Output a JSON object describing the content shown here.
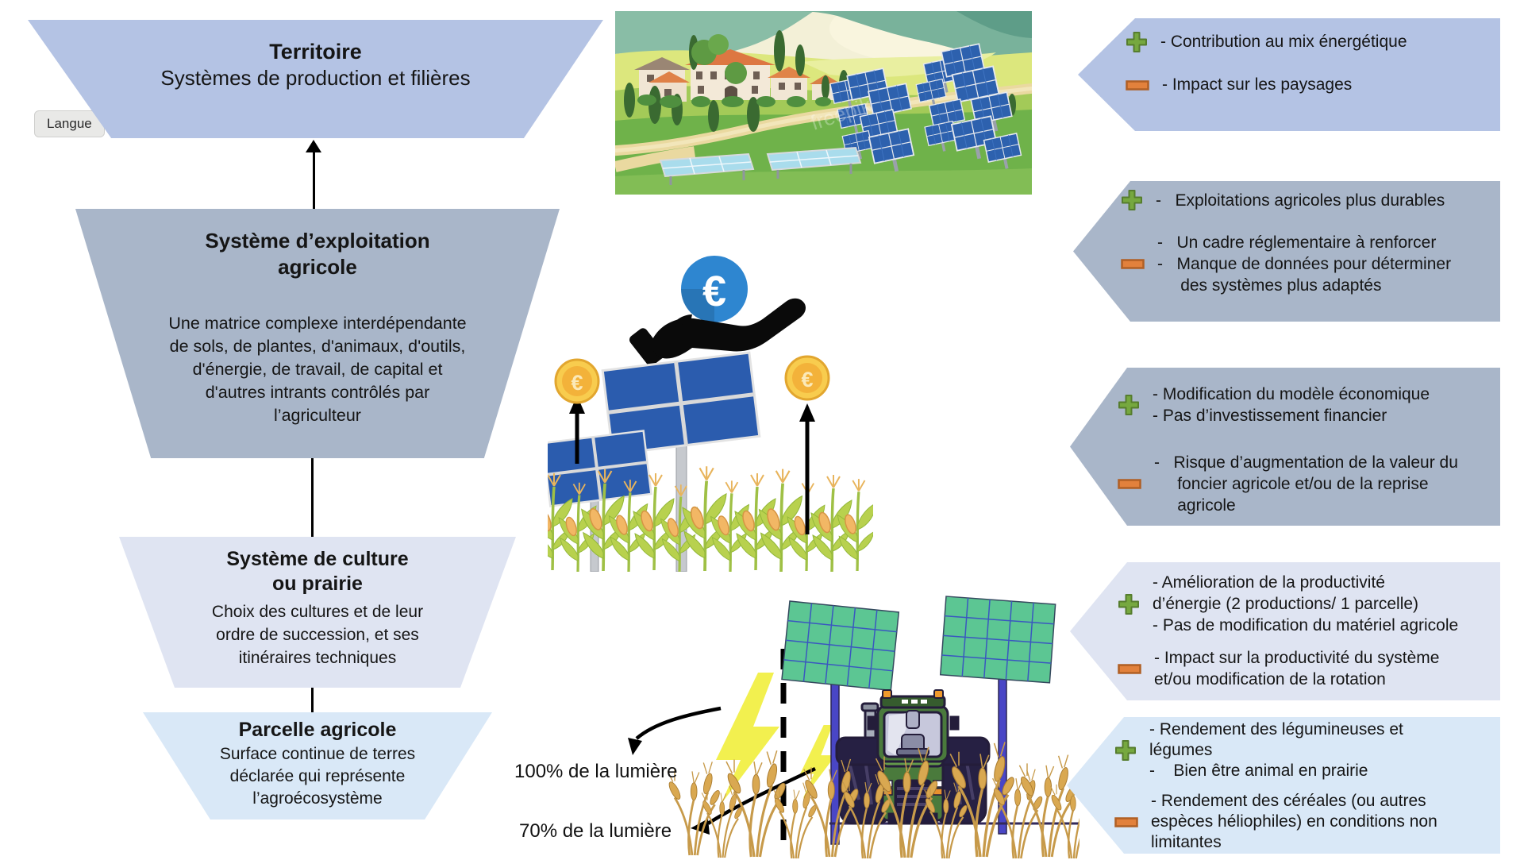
{
  "langue_button": {
    "label": "Langue"
  },
  "funnel": {
    "levels": [
      {
        "title": "Territoire",
        "subtitle": "Systèmes de production et filières"
      },
      {
        "title": "Système d’exploitation\nagricole",
        "body": "Une matrice complexe interdépendante\nde sols, de plantes, d'animaux, d'outils,\nd'énergie, de travail, de capital et\nd'autres intrants contrôlés par\nl’agriculteur"
      },
      {
        "title": "Système de culture\nou prairie",
        "body": "Choix des cultures et de leur\nordre de succession, et ses\nitinéraires techniques"
      },
      {
        "title": "Parcelle agricole",
        "body": "Surface continue de terres\ndéclarée qui représente\nl’agroécosystème"
      }
    ]
  },
  "callouts": [
    {
      "plus": [
        "- Contribution au mix énergétique"
      ],
      "minus": [
        "- Impact sur les paysages"
      ]
    },
    {
      "plus": [
        "-   Exploitations agricoles plus durables"
      ],
      "minus": [
        "-   Un cadre réglementaire à renforcer",
        "-   Manque de données pour déterminer\n     des systèmes plus adaptés"
      ]
    },
    {
      "plus": [
        "- Modification du modèle économique",
        "- Pas d’investissement financier"
      ],
      "minus": [
        "-   Risque d’augmentation de la valeur du\n     foncier agricole et/ou de la reprise\n     agricole"
      ]
    },
    {
      "plus": [
        "- Amélioration de la productivité\nd’énergie (2 productions/ 1 parcelle)",
        "- Pas de modification du matériel agricole"
      ],
      "minus": [
        "- Impact sur la productivité du système\net/ou modification de la rotation"
      ]
    },
    {
      "plus": [
        "- Rendement des légumineuses et\nlégumes",
        "-    Bien être animal en prairie"
      ],
      "minus": [
        "- Rendement des céréales (ou autres\nespèces héliophiles) en conditions non\nlimitantes"
      ]
    }
  ],
  "diagram_labels": {
    "light_100": "100% de la lumière",
    "light_70": "70% de la lumière"
  },
  "money": {
    "euro_symbol": "€"
  },
  "watermark": "freepik",
  "colors": {
    "level1": "#b4c3e4",
    "level2": "#a9b6c9",
    "level3": "#dfe4f2",
    "level4": "#d9e8f7",
    "plus_icon": "#76a83f",
    "minus_icon": "#e2813c"
  }
}
